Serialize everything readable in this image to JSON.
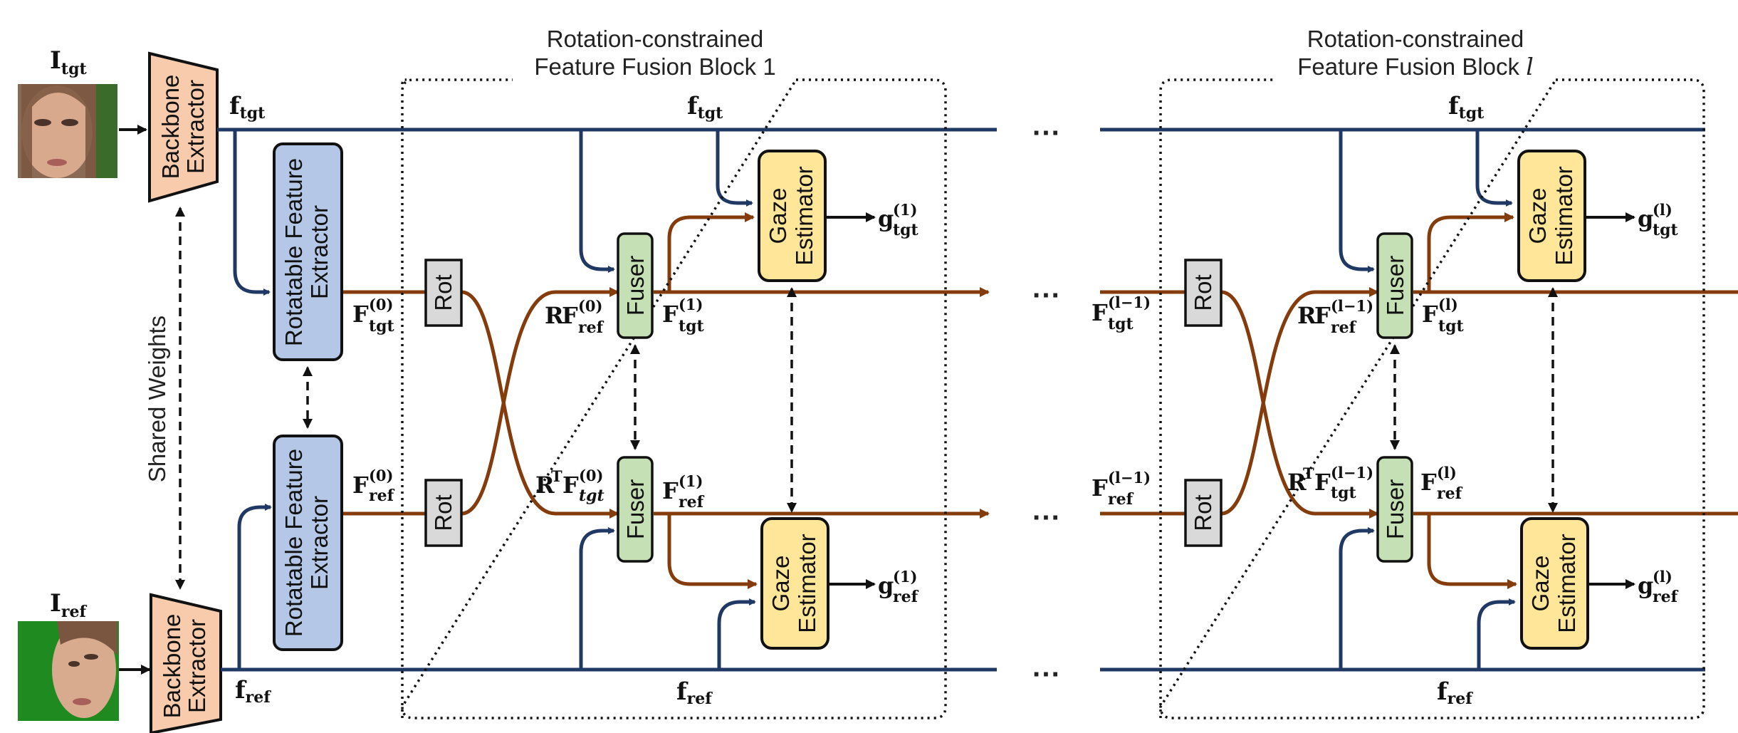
{
  "colors": {
    "feature_line": "#1f3864",
    "rotatable_line": "#843c0c",
    "arrow": "#111111",
    "backbone_fill": "#f8cbad",
    "rfe_fill": "#b4c7e7",
    "rot_fill": "#d9d9d9",
    "fuser_fill": "#c5e0b4",
    "gaze_fill": "#ffe699"
  },
  "inputs": {
    "target_image_symbol": "I",
    "target_image_sub": "tgt",
    "reference_image_symbol": "I",
    "reference_image_sub": "ref"
  },
  "modules": {
    "backbone_line1": "Backbone",
    "backbone_line2": "Extractor",
    "rfe_line1": "Rotatable Feature",
    "rfe_line2": "Extractor",
    "rot": "Rot",
    "fuser": "Fuser",
    "gaze_line1": "Gaze",
    "gaze_line2": "Estimator",
    "shared_weights": "Shared Weights"
  },
  "blocks": [
    {
      "title_line1": "Rotation-constrained",
      "title_line2": "Feature Fusion Block ",
      "index": "1"
    },
    {
      "title_line1": "Rotation-constrained",
      "title_line2": "Feature Fusion Block ",
      "index": "l"
    }
  ],
  "symbols": {
    "f": "f",
    "F": "F",
    "g": "g",
    "R": "R",
    "RT": "RT",
    "T": "T",
    "tgt": "tgt",
    "ref": "ref",
    "tgt_italic": "tgt",
    "sup0": "(0)",
    "sup1": "(1)",
    "supl": "(l)",
    "suplm1": "(l−1)",
    "ellipsis": "···"
  }
}
